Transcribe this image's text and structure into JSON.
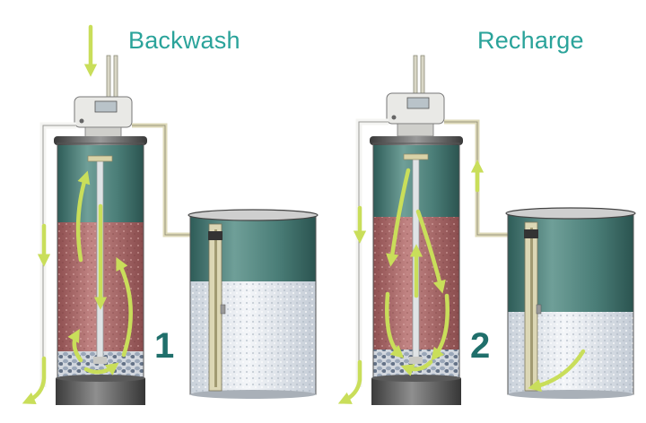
{
  "panels": [
    {
      "title": "Backwash",
      "step": "1"
    },
    {
      "title": "Recharge",
      "step": "2"
    }
  ],
  "colors": {
    "title": "#2aa39a",
    "step_number": "#1f6f6b",
    "arrow": "#c9de5a",
    "resin": "#b5706f",
    "tank_top": "#3f7570",
    "salt": "#e4e9ef",
    "gravel": "#7d8ca0",
    "pipe": "#f0f0ee"
  },
  "icons": [
    "control-valve-icon",
    "flow-arrow-icon"
  ]
}
